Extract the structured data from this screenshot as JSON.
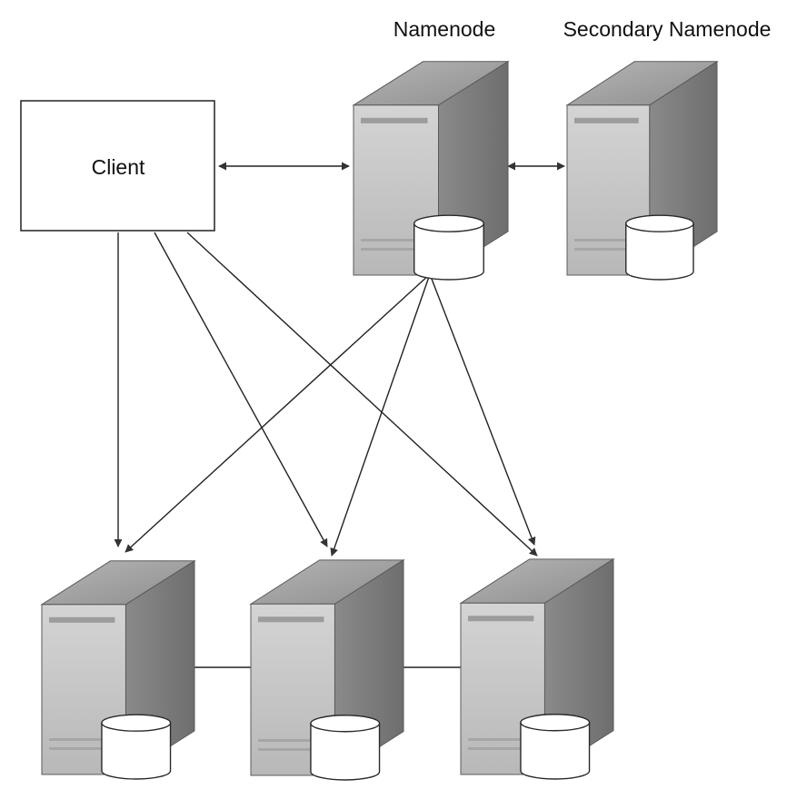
{
  "labels": {
    "namenode": "Namenode",
    "secondary_namenode": "Secondary Namenode",
    "client": "Client"
  },
  "colors": {
    "server_front": "#c9c9c9",
    "server_side": "#7d7d7d",
    "server_top": "#a6a6a6",
    "line": "#222222",
    "disk": "#ffffff"
  },
  "icons": [
    "server-icon",
    "disk-icon"
  ]
}
